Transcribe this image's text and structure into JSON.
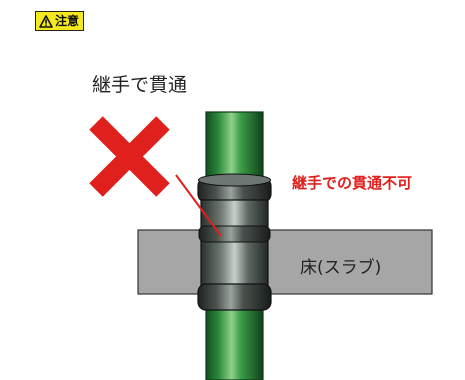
{
  "caution": {
    "label": "注意",
    "icon": "warning-triangle-icon",
    "color": "#f5e81c"
  },
  "heading": "継手で貫通",
  "annotation": "継手での貫通不可",
  "slab_label": "床(スラブ)",
  "cross_mark": {
    "icon": "cross-x-icon",
    "color": "#e0201c"
  },
  "colors": {
    "pipe": "#2e8b3e",
    "slab": "#a6a6a6",
    "fitting": "#3a3f3c",
    "warning_red": "#e0201c"
  }
}
